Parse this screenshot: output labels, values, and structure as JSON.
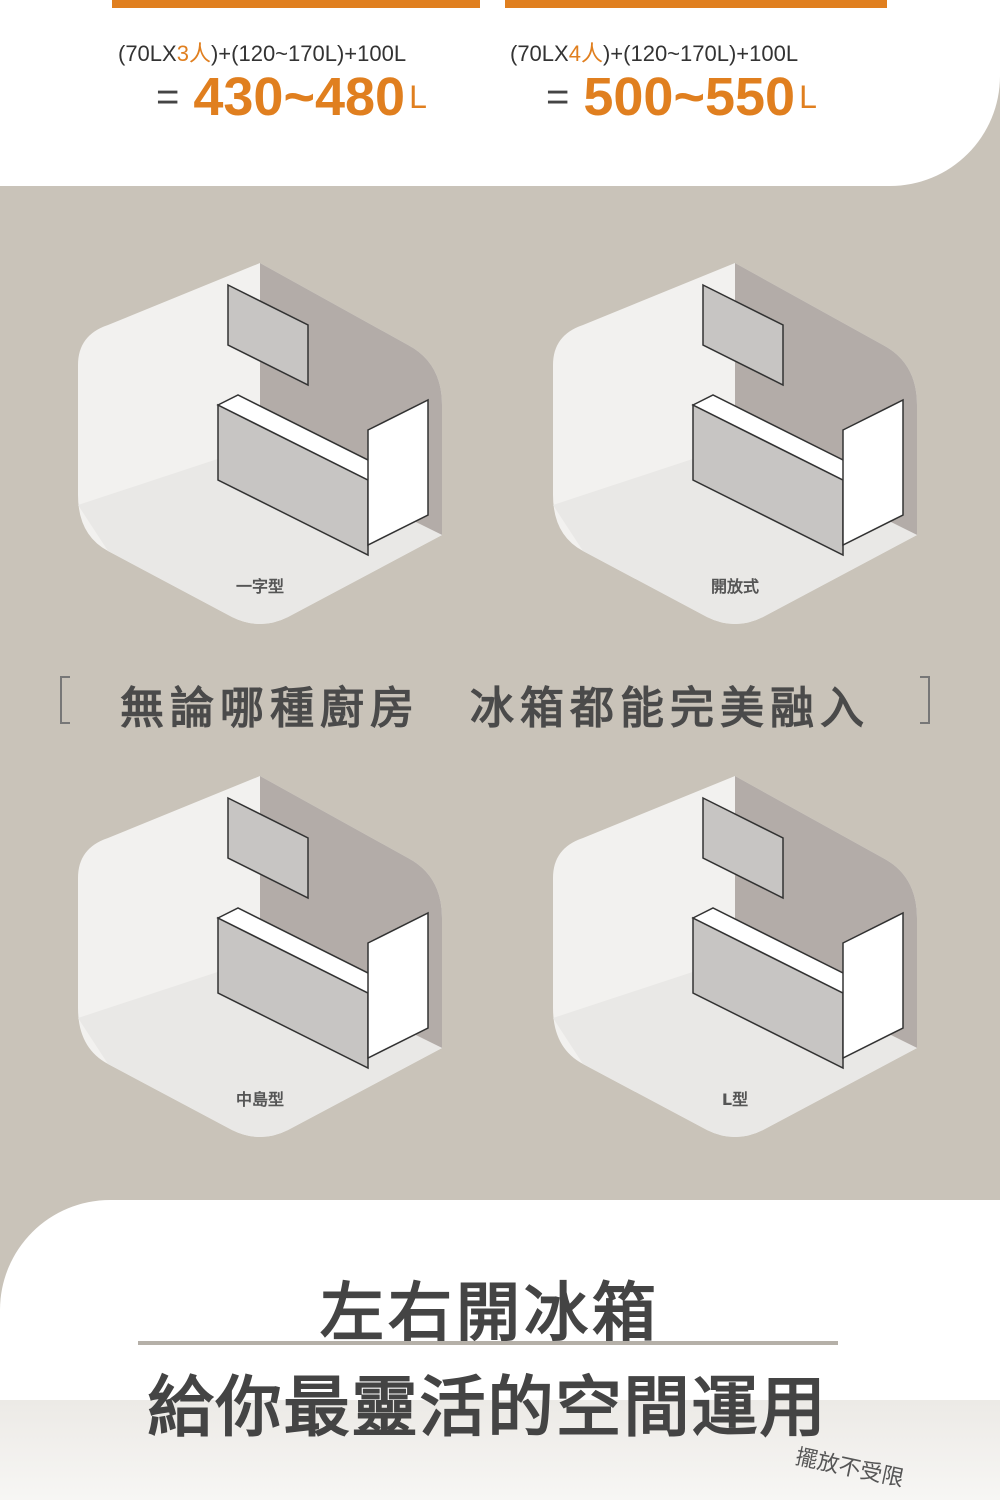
{
  "calc": [
    {
      "prefix": "(70LX",
      "persons": "3人",
      "suffix": ")+(120~170L)+100L",
      "eq": "=",
      "result": "430~480",
      "unit": "L"
    },
    {
      "prefix": "(70LX",
      "persons": "4人",
      "suffix": ")+(120~170L)+100L",
      "eq": "=",
      "result": "500~550",
      "unit": "L"
    }
  ],
  "kitchens": [
    {
      "label": "一字型"
    },
    {
      "label": "開放式"
    },
    {
      "label": "中島型"
    },
    {
      "label": "L型"
    }
  ],
  "slogan": "無論哪種廚房　冰箱都能完美融入",
  "title_line1": "左右開冰箱",
  "title_line2": "給你最靈活的空間運用",
  "badge": "擺放不受限",
  "colors": {
    "accent": "#e07f1f",
    "background": "#c9c3b9",
    "text": "#444444"
  }
}
